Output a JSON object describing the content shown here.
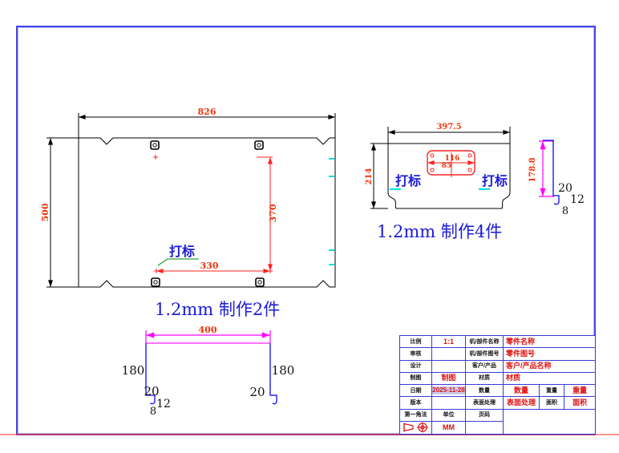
{
  "drawing_main": {
    "dim_width": "826",
    "dim_height": "500",
    "dim_vertical": "370",
    "dim_horizontal": "330",
    "mark_label": "打标",
    "caption": "1.2mm 制作2件"
  },
  "drawing_small": {
    "dim_width": "397.5",
    "dim_height": "214",
    "cutout_dim_width": "116",
    "cutout_dim_height": "85",
    "mark_left": "打标",
    "mark_right": "打标",
    "caption": "1.2mm 制作4件"
  },
  "profile_right": {
    "dim_height": "178.8",
    "dim_flange": "20",
    "dim_return": "12",
    "dim_hem": "8"
  },
  "profile_bottom": {
    "dim_width": "400",
    "dim_left_height": "180",
    "dim_right_height": "180",
    "dim_left_flange": "20",
    "dim_left_return": "12",
    "dim_left_hem": "8",
    "dim_right_flange": "20"
  },
  "title_block": {
    "scale_label": "比例",
    "scale_value": "1:1",
    "check_label": "审核",
    "check_value": "",
    "design_label": "设计",
    "design_value": "",
    "draft_label": "制图",
    "draft_value": "制图",
    "date_label": "日期",
    "date_value": "2025-11-28",
    "version_label": "版本",
    "version_value": "",
    "projection_label": "第一角法",
    "unit_label": "单位",
    "unit_value": "MM",
    "page_no_label": "页码",
    "part_name_label": "机/部件名称",
    "part_name_value": "零件名称",
    "part_no_label": "机/部件图号",
    "part_no_value": "零件图号",
    "customer_label": "客户/产品",
    "customer_value": "客户/产品名称",
    "material_label": "材质",
    "material_value": "材质",
    "qty_label": "数量",
    "qty_value": "数量",
    "weight_label": "重量",
    "weight_value": "重量",
    "surface_label": "表面处理",
    "surface_value": "表面处理",
    "area_label": "面积",
    "area_value": "面积"
  },
  "colors": {
    "frame_blue": "#4646e8",
    "dim_text_red": "#f2330a",
    "line_red": "#ff2222",
    "magenta": "#ff00ff",
    "profile_blue": "#2a2af0",
    "annotation_blue": "#1a1ad9",
    "leader_green": "#2f9e44",
    "cyan": "#00e0e0",
    "table_value_red": "#e01010",
    "bottom_line_red": "#b03a6e"
  }
}
